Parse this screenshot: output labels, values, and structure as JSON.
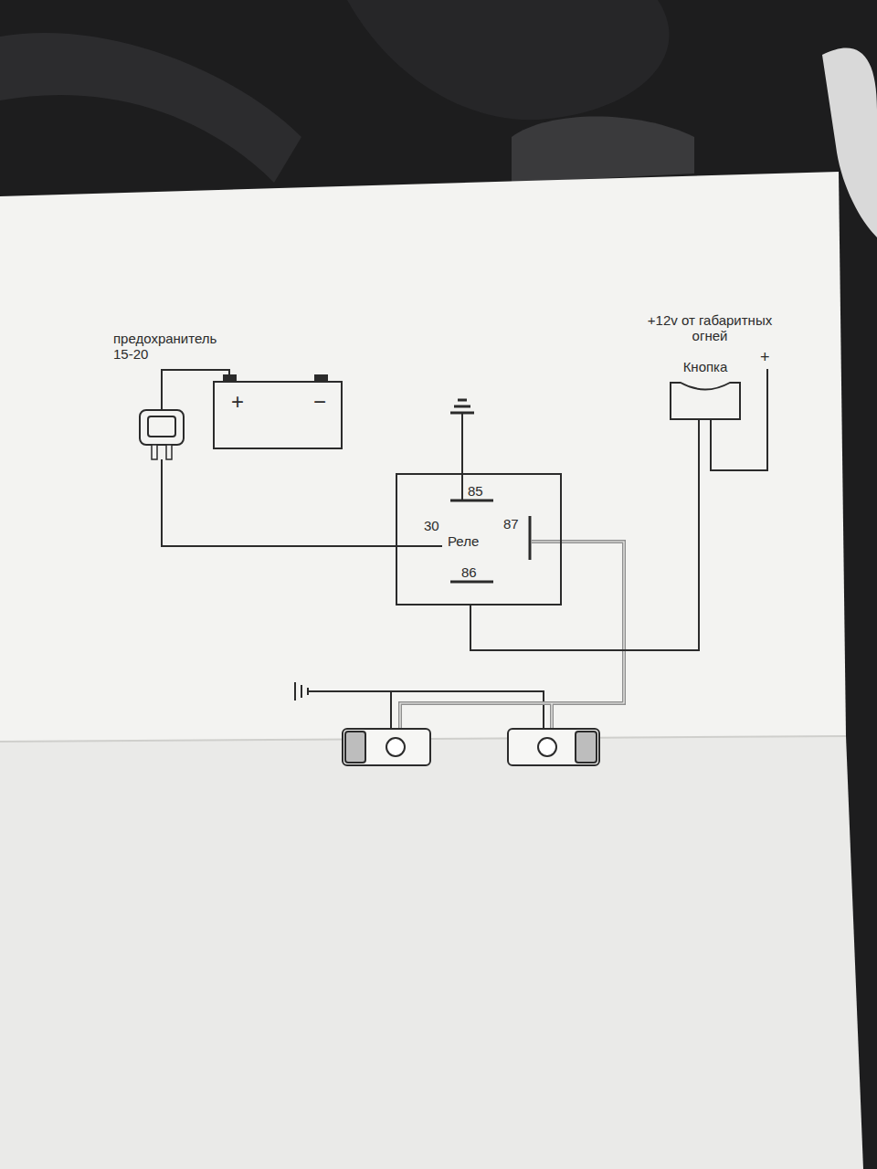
{
  "diagram": {
    "nodes": [
      {
        "text": [
          "предохранитель 15-20"
        ]
      },
      {
        "text": [
          "+",
          "−"
        ]
      },
      {
        "text": [
          "85",
          "30",
          "Реле",
          "87",
          "86"
        ]
      },
      {
        "text": [
          "Кнопка"
        ]
      }
    ],
    "edges": [
      {
        "from": 0,
        "to": 1,
        "arrow": "none"
      },
      {
        "from": 0,
        "to": 2,
        "arrow": "none"
      },
      {
        "from": 2,
        "to": 3,
        "arrow": "none"
      }
    ],
    "labels": [
      "+12v от габаритных огней",
      "+"
    ]
  }
}
